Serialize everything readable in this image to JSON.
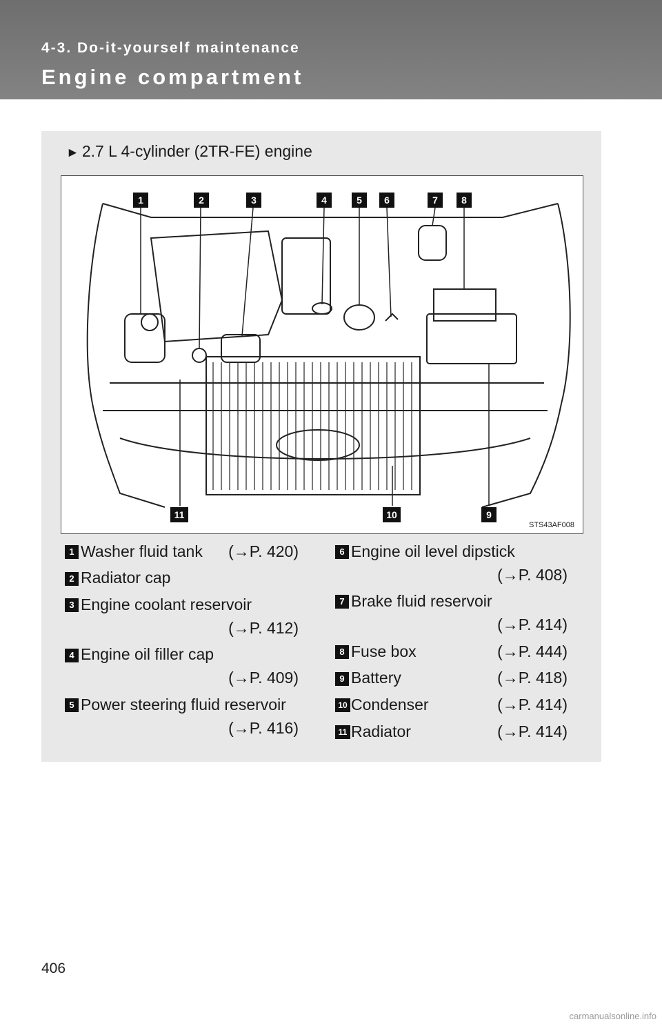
{
  "header": {
    "section": "4-3. Do-it-yourself maintenance",
    "title": "Engine compartment"
  },
  "engine": {
    "arrow": "►",
    "label": "2.7 L 4-cylinder (2TR-FE) engine"
  },
  "figure": {
    "code": "STS43AF008",
    "callouts": [
      "1",
      "2",
      "3",
      "4",
      "5",
      "6",
      "7",
      "8",
      "9",
      "10",
      "11"
    ]
  },
  "items": [
    {
      "num": "1",
      "label": "Washer fluid tank",
      "ref": "(→P. 420)"
    },
    {
      "num": "2",
      "label": "Radiator cap",
      "ref": ""
    },
    {
      "num": "3",
      "label": "Engine coolant reservoir",
      "ref": "(→P. 412)"
    },
    {
      "num": "4",
      "label": "Engine oil filler cap",
      "ref": "(→P. 409)"
    },
    {
      "num": "5",
      "label": "Power steering fluid reservoir",
      "ref": "(→P. 416)"
    },
    {
      "num": "6",
      "label": "Engine oil level dipstick",
      "ref": "(→P. 408)"
    },
    {
      "num": "7",
      "label": "Brake fluid reservoir",
      "ref": "(→P. 414)"
    },
    {
      "num": "8",
      "label": "Fuse box",
      "ref": "(→P. 444)"
    },
    {
      "num": "9",
      "label": "Battery",
      "ref": "(→P. 418)"
    },
    {
      "num": "10",
      "label": "Condenser",
      "ref": "(→P. 414)"
    },
    {
      "num": "11",
      "label": "Radiator",
      "ref": "(→P. 414)"
    }
  ],
  "page_number": "406",
  "watermark": "carmanualsonline.info"
}
